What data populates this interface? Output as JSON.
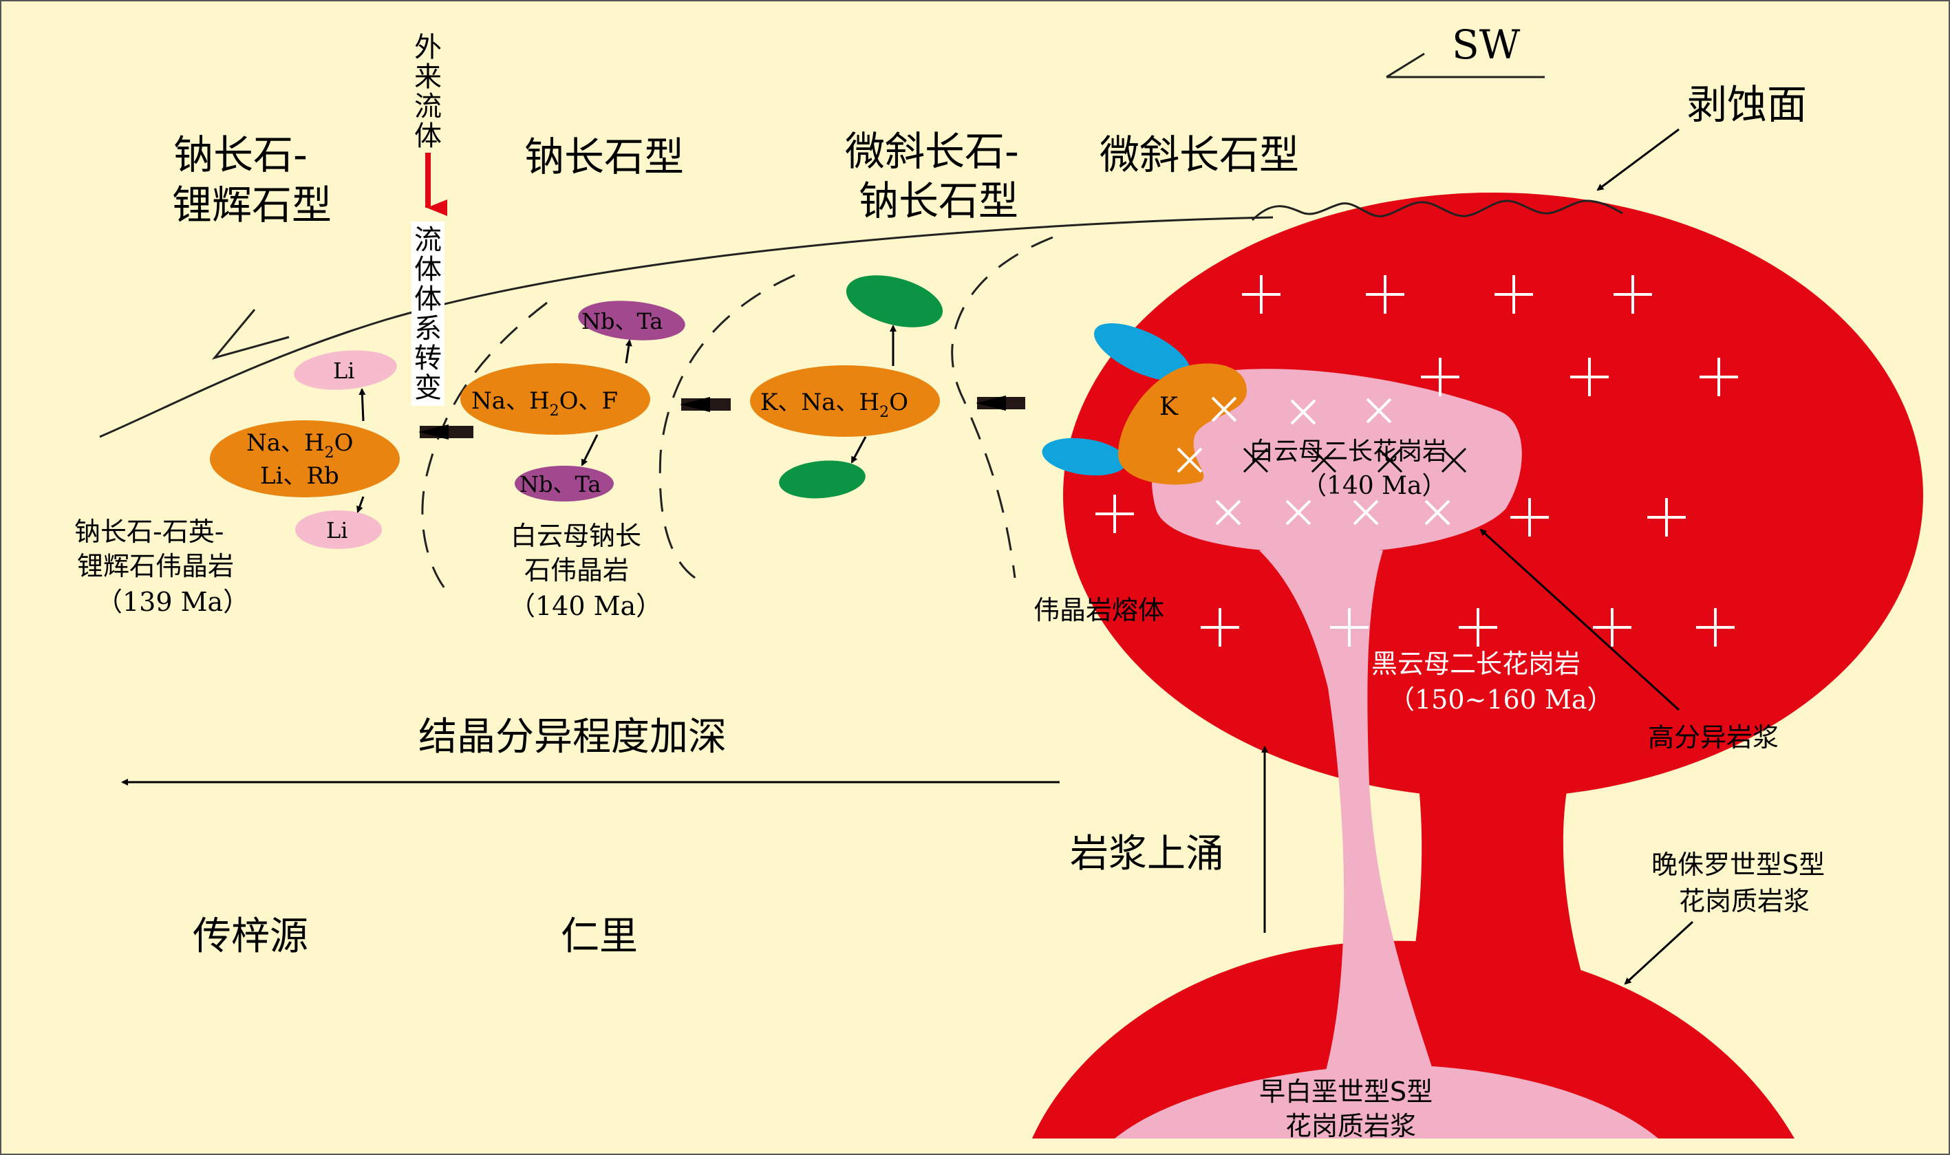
{
  "direction": "SW",
  "erosion_surface": "剥蚀面",
  "external_fluid": [
    "外",
    "来",
    "流",
    "体"
  ],
  "fluid_system_change": [
    "流",
    "体",
    "体",
    "系",
    "转",
    "变"
  ],
  "zones": {
    "ab_spd": [
      "钠长石-",
      "锂辉石型"
    ],
    "ab": "钠长石型",
    "mc_ab": [
      "微斜长石-",
      "钠长石型"
    ],
    "mc": "微斜长石型"
  },
  "ellipses": {
    "na_h2o_li_rb_line1": "Na、H",
    "na_h2o_li_rb_line1_sub": "2",
    "na_h2o_li_rb_line1_end": "O",
    "na_h2o_li_rb_line2": "Li、Rb",
    "li_top": "Li",
    "li_bottom": "Li",
    "na_h2o_f": "Na、H",
    "na_h2o_f_sub": "2",
    "na_h2o_f_end": "O、F",
    "nb_ta_top": "Nb、Ta",
    "nb_ta_bottom": "Nb、Ta",
    "k_na_h2o": "K、Na、H",
    "k_na_h2o_sub": "2",
    "k_na_h2o_end": "O",
    "k": "K"
  },
  "pegmatites": {
    "spodumene": [
      "钠长石-石英-",
      "锂辉石伟晶岩",
      "（139 Ma）"
    ],
    "muscovite_albite": [
      "白云母钠长",
      "石伟晶岩",
      "（140 Ma）"
    ],
    "melt": "伟晶岩熔体"
  },
  "granites": {
    "muscovite": [
      "白云母二长花岗岩",
      "（140 Ma）"
    ],
    "biotite": [
      "黑云母二长花岗岩",
      "（150~160 Ma）"
    ],
    "high_diff": "高分异岩浆",
    "late_jurassic": [
      "晚侏罗世型S型",
      "花岗质岩浆"
    ],
    "early_cretaceous": [
      "早白垩世型S型",
      "花岗质岩浆"
    ]
  },
  "crystallization": "结晶分异程度加深",
  "magma_rise": "岩浆上涌",
  "places": {
    "chuanziyuan": "传梓源",
    "renli": "仁里"
  },
  "colors": {
    "background": "#fdf7cb",
    "red": "#e30613",
    "pink": "#f2b0c6",
    "orange": "#ea8411",
    "green": "#0b9444",
    "blue": "#11a4dc",
    "purple": "#a1488e",
    "light_pink": "#f6bccd"
  }
}
